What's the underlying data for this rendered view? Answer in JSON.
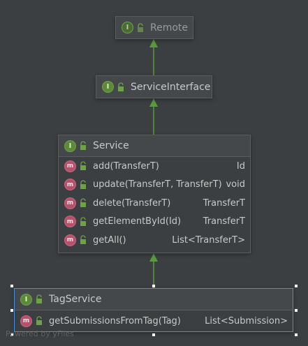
{
  "watermark": "Powered by yFiles",
  "nodes": {
    "remote": {
      "badge": "I",
      "title": "Remote"
    },
    "service_interface": {
      "badge": "I",
      "title": "ServiceInterface"
    },
    "service": {
      "badge": "I",
      "title": "Service",
      "methods": [
        {
          "badge": "m",
          "name": "add(TransferT)",
          "ret": "Id"
        },
        {
          "badge": "m",
          "name": "update(TransferT, TransferT)",
          "ret": "void"
        },
        {
          "badge": "m",
          "name": "delete(TransferT)",
          "ret": "TransferT"
        },
        {
          "badge": "m",
          "name": "getElementById(Id)",
          "ret": "TransferT"
        },
        {
          "badge": "m",
          "name": "getAll()",
          "ret": "List<TransferT>"
        }
      ]
    },
    "tag_service": {
      "badge": "I",
      "title": "TagService",
      "methods": [
        {
          "badge": "m",
          "name": "getSubmissionsFromTag(Tag)",
          "ret": "List<Submission>"
        }
      ]
    }
  },
  "colors": {
    "background": "#3c3f41",
    "edge": "#5a9a3e",
    "interface_badge": "#5c8a3a",
    "method_badge": "#b5526b",
    "selection": "#4a8fdc"
  }
}
